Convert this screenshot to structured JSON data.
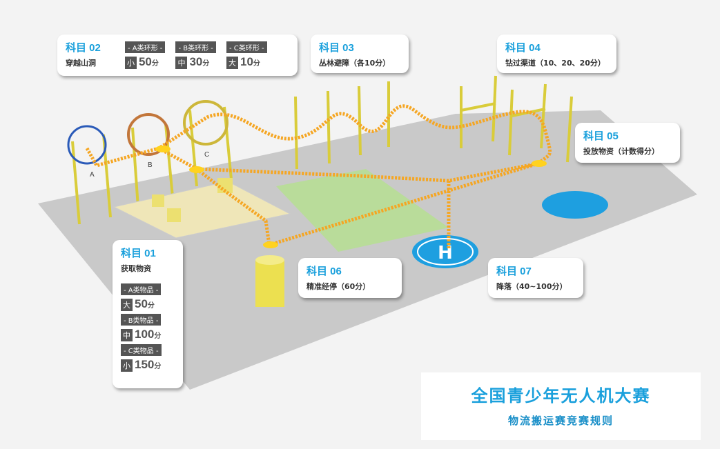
{
  "subjects": {
    "s01": {
      "title": "科目 01",
      "desc": "获取物资",
      "items": [
        {
          "tag": "- A类物品 -",
          "size": "大",
          "points": "50",
          "unit": "分"
        },
        {
          "tag": "- B类物品 -",
          "size": "中",
          "points": "100",
          "unit": "分"
        },
        {
          "tag": "- C类物品 -",
          "size": "小",
          "points": "150",
          "unit": "分"
        }
      ]
    },
    "s02": {
      "title": "科目 02",
      "desc": "穿越山洞",
      "items": [
        {
          "tag": "- A类环形 -",
          "size": "小",
          "points": "50",
          "unit": "分"
        },
        {
          "tag": "- B类环形 -",
          "size": "中",
          "points": "30",
          "unit": "分"
        },
        {
          "tag": "- C类环形 -",
          "size": "大",
          "points": "10",
          "unit": "分"
        }
      ]
    },
    "s03": {
      "title": "科目 03",
      "desc": "丛林避障（各10分）"
    },
    "s04": {
      "title": "科目 04",
      "desc": "钻过渠道（10、20、20分）"
    },
    "s05": {
      "title": "科目 05",
      "desc": "投放物资（计数得分）"
    },
    "s06": {
      "title": "科目 06",
      "desc": "精准经停（60分）"
    },
    "s07": {
      "title": "科目 07",
      "desc": "降落（40~100分）"
    }
  },
  "ring_labels": {
    "a": "A",
    "b": "B",
    "c": "C"
  },
  "helipad_letter": "H",
  "banner": {
    "title": "全国青少年无人机大赛",
    "subtitle": "物流搬运赛竞赛规则"
  },
  "colors": {
    "accent": "#1aa0dc",
    "path": "#f5a623",
    "floor": "#c9c9c9",
    "green": "#b9dc9a",
    "yellow": "#ece070"
  }
}
